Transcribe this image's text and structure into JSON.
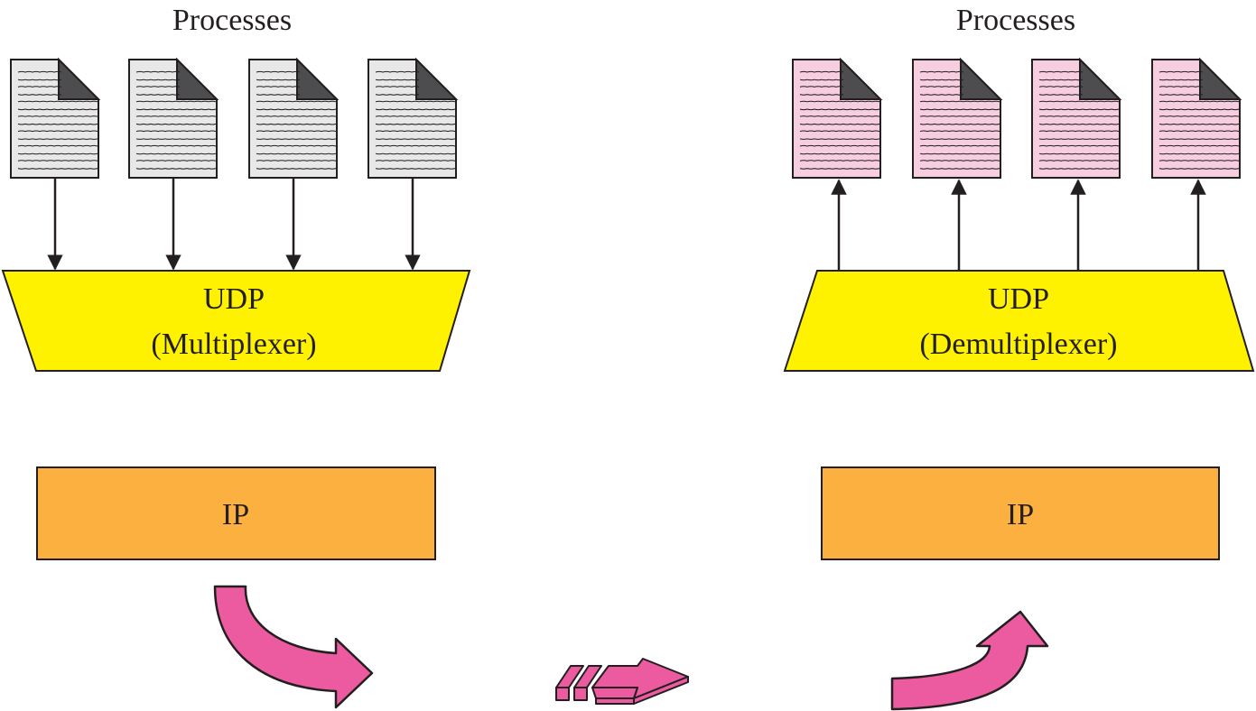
{
  "left": {
    "heading": "Processes",
    "udp_title": "UDP",
    "udp_role": "(Multiplexer)",
    "ip_label": "IP",
    "process_count": 4
  },
  "right": {
    "heading": "Processes",
    "udp_title": "UDP",
    "udp_role": "(Demultiplexer)",
    "ip_label": "IP",
    "process_count": 4
  },
  "colors": {
    "doc_left_fill": "#e8e8e8",
    "doc_right_fill": "#f7cde0",
    "doc_corner": "#4d4d4f",
    "udp_fill": "#fff200",
    "ip_fill": "#fbb040",
    "arrow_fill": "#ec5a9f",
    "stroke": "#231f20"
  },
  "icons": {
    "process": "document-icon",
    "flow": "curved-arrow-icon",
    "packet": "packet-arrow-icon"
  }
}
